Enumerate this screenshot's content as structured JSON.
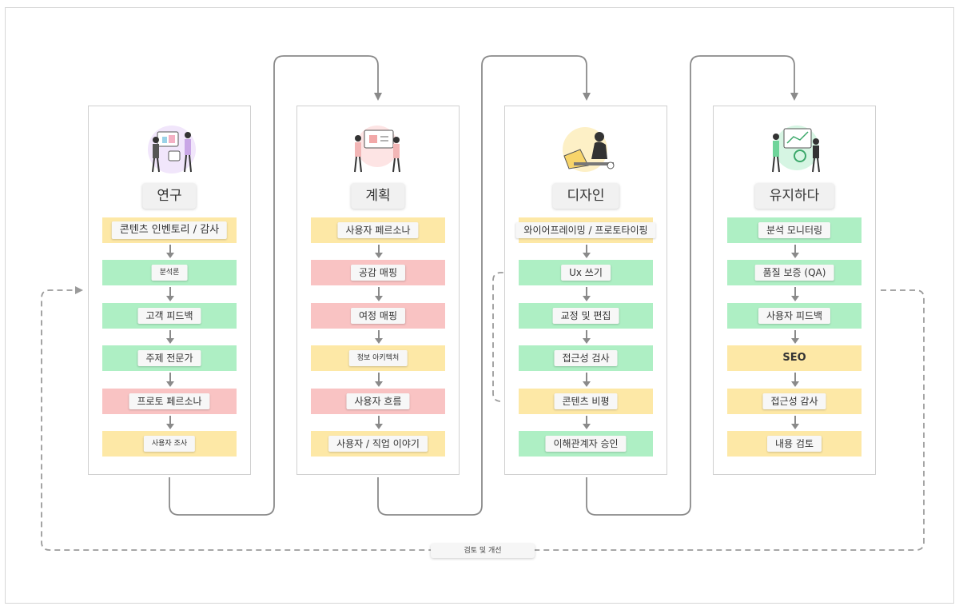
{
  "loop_label": "검토 및 개선",
  "colors": {
    "yellow": "#fde8a6",
    "green": "#aeefc4",
    "red": "#f9c3c3",
    "line": "#8a8a8a",
    "dashed": "#9a9a9a"
  },
  "columns": [
    {
      "title": "연구",
      "illustration_icon": "research-team-icon",
      "steps": [
        {
          "label": "콘텐츠 인벤토리 / 감사",
          "color": "yellow",
          "size": "big"
        },
        {
          "label": "분석론",
          "color": "green",
          "size": "small"
        },
        {
          "label": "고객 피드백",
          "color": "green",
          "size": "normal"
        },
        {
          "label": "주제 전문가",
          "color": "green",
          "size": "normal"
        },
        {
          "label": "프로토 페르소나",
          "color": "red",
          "size": "normal"
        },
        {
          "label": "사용자 조사",
          "color": "yellow",
          "size": "small"
        }
      ]
    },
    {
      "title": "계획",
      "illustration_icon": "planning-board-icon",
      "steps": [
        {
          "label": "사용자 페르소나",
          "color": "yellow",
          "size": "normal"
        },
        {
          "label": "공감 매핑",
          "color": "red",
          "size": "normal"
        },
        {
          "label": "여정 매핑",
          "color": "red",
          "size": "normal"
        },
        {
          "label": "정보 아키텍처",
          "color": "yellow",
          "size": "small"
        },
        {
          "label": "사용자 흐름",
          "color": "red",
          "size": "normal"
        },
        {
          "label": "사용자 / 직업 이야기",
          "color": "yellow",
          "size": "normal"
        }
      ]
    },
    {
      "title": "디자인",
      "illustration_icon": "designer-desk-icon",
      "steps": [
        {
          "label": "와이어프레이밍 / 프로토타이핑",
          "color": "yellow",
          "size": "normal"
        },
        {
          "label": "Ux 쓰기",
          "color": "green",
          "size": "normal"
        },
        {
          "label": "교정 및 편집",
          "color": "green",
          "size": "normal"
        },
        {
          "label": "접근성 검사",
          "color": "green",
          "size": "normal"
        },
        {
          "label": "콘텐츠 비평",
          "color": "yellow",
          "size": "normal"
        },
        {
          "label": "이해관계자 승인",
          "color": "green",
          "size": "normal"
        }
      ]
    },
    {
      "title": "유지하다",
      "illustration_icon": "maintenance-analytics-icon",
      "steps": [
        {
          "label": "분석 모니터링",
          "color": "green",
          "size": "normal"
        },
        {
          "label": "품질 보증 (QA)",
          "color": "green",
          "size": "normal"
        },
        {
          "label": "사용자 피드백",
          "color": "green",
          "size": "normal"
        },
        {
          "label": "SEO",
          "color": "yellow",
          "size": "bold"
        },
        {
          "label": "접근성 감사",
          "color": "yellow",
          "size": "normal"
        },
        {
          "label": "내용 검토",
          "color": "yellow",
          "size": "normal"
        }
      ]
    }
  ]
}
